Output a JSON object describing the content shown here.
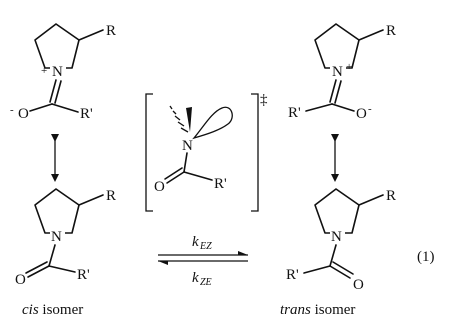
{
  "atoms": {
    "N": "N",
    "O": "O",
    "R": "R",
    "R_prime": "R'",
    "plus": "+",
    "minus": "-"
  },
  "transition_state": {
    "dagger": "‡"
  },
  "equilibrium": {
    "k_forward": "k",
    "k_forward_sub": "EZ",
    "k_reverse": "k",
    "k_reverse_sub": "ZE"
  },
  "equation_number": "(1)",
  "captions": {
    "cis_italic": "cis",
    "cis_rest": " isomer",
    "trans_italic": "trans",
    "trans_rest": " isomer"
  }
}
